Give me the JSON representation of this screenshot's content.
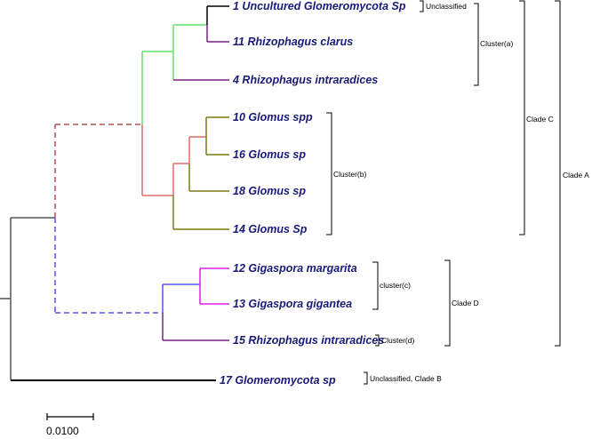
{
  "taxa": [
    {
      "key": "t1",
      "label": "1 Uncultured Glomeromycota Sp"
    },
    {
      "key": "t11",
      "label": "11 Rhizophagus clarus"
    },
    {
      "key": "t4",
      "label": "4 Rhizophagus intraradices"
    },
    {
      "key": "t10",
      "label": "10 Glomus spp"
    },
    {
      "key": "t16",
      "label": "16 Glomus sp"
    },
    {
      "key": "t18",
      "label": "18 Glomus sp"
    },
    {
      "key": "t14",
      "label": "14 Glomus Sp"
    },
    {
      "key": "t12",
      "label": "12 Gigaspora margarita"
    },
    {
      "key": "t13",
      "label": "13 Gigaspora gigantea"
    },
    {
      "key": "t15",
      "label": "15 Rhizophagus intraradices"
    },
    {
      "key": "t17",
      "label": "17 Glomeromycota sp"
    }
  ],
  "groups": {
    "unclassified": "Unclassified",
    "cluster_a": "Cluster(a)",
    "cluster_b": "Cluster(b)",
    "cluster_c": "cluster(c)",
    "cluster_d": "Cluster(d)",
    "clade_b": "Unclassified, Clade B",
    "clade_c": "Clade C",
    "clade_d": "Clade D",
    "clade_a": "Clade A"
  },
  "scale_bar": {
    "label": "0.0100",
    "value": 0.01
  },
  "colors": {
    "text": "#1a1a7a",
    "green": "#66e066",
    "salmon": "#e06b6b",
    "olive": "#7a7a10",
    "purple": "#7a2080",
    "magenta": "#e020e0",
    "blue": "#5555dd",
    "dashed_brown": "#b05050",
    "gray": "#555555"
  }
}
